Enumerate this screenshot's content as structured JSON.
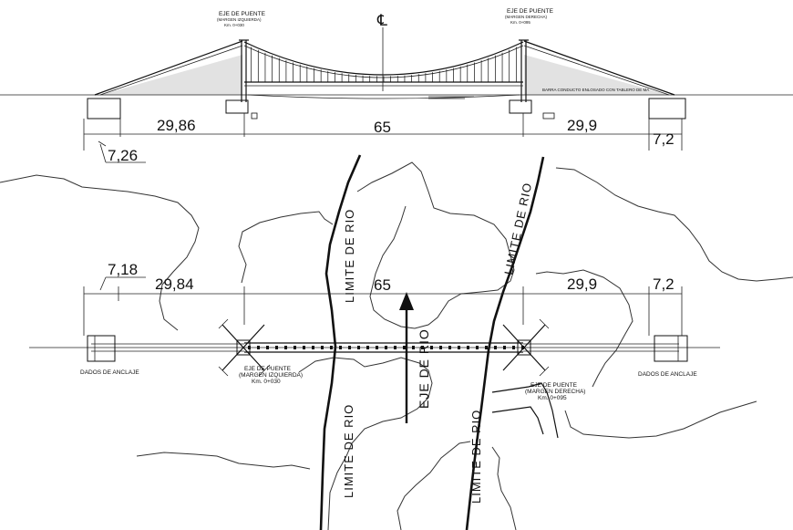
{
  "elevation": {
    "centerline_symbol": "℄",
    "left_axis": {
      "title": "EJE DE PUENTE",
      "margin": "(MARGEN IZQUIERDA)",
      "km": "Km. 0+030"
    },
    "right_axis": {
      "title": "EJE DE PUENTE",
      "margin": "(MARGEN DERECHA)",
      "km": "Km. 0+095"
    },
    "deck_note": "BARRA CONDUCTO ENLOSADO CON TABLERO DE MA",
    "dimensions": {
      "left_anchor": "7,26",
      "left_span": "29,86",
      "main_span": "65",
      "right_span": "29,9",
      "right_anchor": "7,2"
    }
  },
  "plan": {
    "dimensions": {
      "left_anchor": "7,18",
      "left_span": "29,84",
      "main_span": "65",
      "right_span": "29,9",
      "right_anchor": "7,2"
    },
    "river_limit_label": "LIMITE DE RIO",
    "river_axis_label": "EJE DE RIO",
    "anchor_label_left": "DADOS DE ANCLAJE",
    "anchor_label_right": "DADOS DE ANCLAJE",
    "left_axis": {
      "title": "EJE DE PUENTE",
      "margin": "(MARGEN IZQUIERDA)",
      "km": "Km. 0+030"
    },
    "right_axis": {
      "title": "EJE DE PUENTE",
      "margin": "(MARGEN DERECHA)",
      "km": "Km. 0+095"
    }
  },
  "colors": {
    "line": "#111111",
    "background": "#ffffff"
  }
}
